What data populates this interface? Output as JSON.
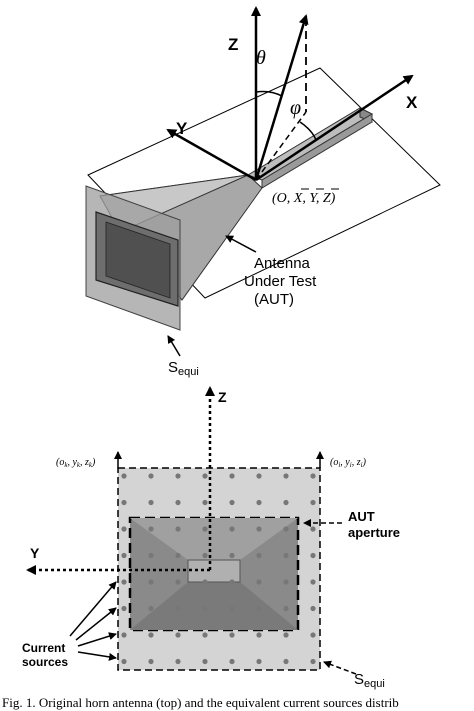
{
  "top_diagram": {
    "axis_z": "Z",
    "axis_y": "Y",
    "axis_x": "X",
    "angle_theta": "θ",
    "angle_phi": "φ",
    "frame_label": "(O, X, Y, Z)",
    "aut_label_line1": "Antenna",
    "aut_label_line2": "Under Test",
    "aut_label_line3": "(AUT)",
    "sequi_main": "S",
    "sequi_sub": "equi"
  },
  "bottom_diagram": {
    "axis_z": "Z",
    "axis_y": "Y",
    "frame_left": "(o",
    "frame_left_sub": "k",
    "frame_left_rest": ", y",
    "frame_left_sub2": "k",
    "frame_left_rest2": ", z",
    "frame_left_sub3": "k",
    "frame_left_close": ")",
    "frame_right": "(o",
    "frame_right_sub": "i",
    "frame_right_rest": ", y",
    "frame_right_sub2": "i",
    "frame_right_rest2": ", z",
    "frame_right_sub3": "i",
    "frame_right_close": ")",
    "aut_aperture_line1": "AUT",
    "aut_aperture_line2": "aperture",
    "current_line1": "Current",
    "current_line2": "sources",
    "sequi_main": "S",
    "sequi_sub": "equi"
  },
  "caption": "Fig. 1.   Original horn antenna (top) and the equivalent current sources distrib"
}
